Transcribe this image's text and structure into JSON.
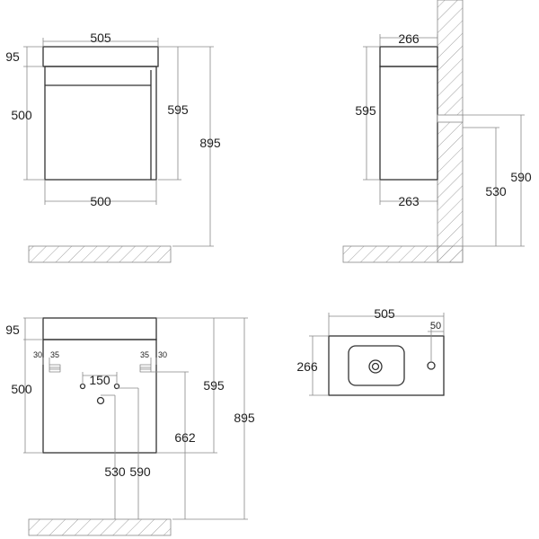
{
  "front_view": {
    "width_top": "505",
    "top_height": "95",
    "body_height": "500",
    "body_width": "500",
    "cabinet_height": "595",
    "total_height": "895"
  },
  "side_view": {
    "depth_top": "266",
    "cabinet_height": "595",
    "depth_bottom": "263",
    "drain_530": "530",
    "drain_590": "590"
  },
  "back_view": {
    "top_height": "95",
    "body_height": "500",
    "left_offset_30": "30",
    "left_offset_35": "35",
    "right_offset_35": "35",
    "right_offset_30": "30",
    "hole_spacing": "150",
    "cabinet_height": "595",
    "height_662": "662",
    "total_height": "895",
    "drain_530": "530",
    "drain_590": "590"
  },
  "top_view": {
    "width": "505",
    "depth": "266",
    "tap_offset": "50"
  }
}
